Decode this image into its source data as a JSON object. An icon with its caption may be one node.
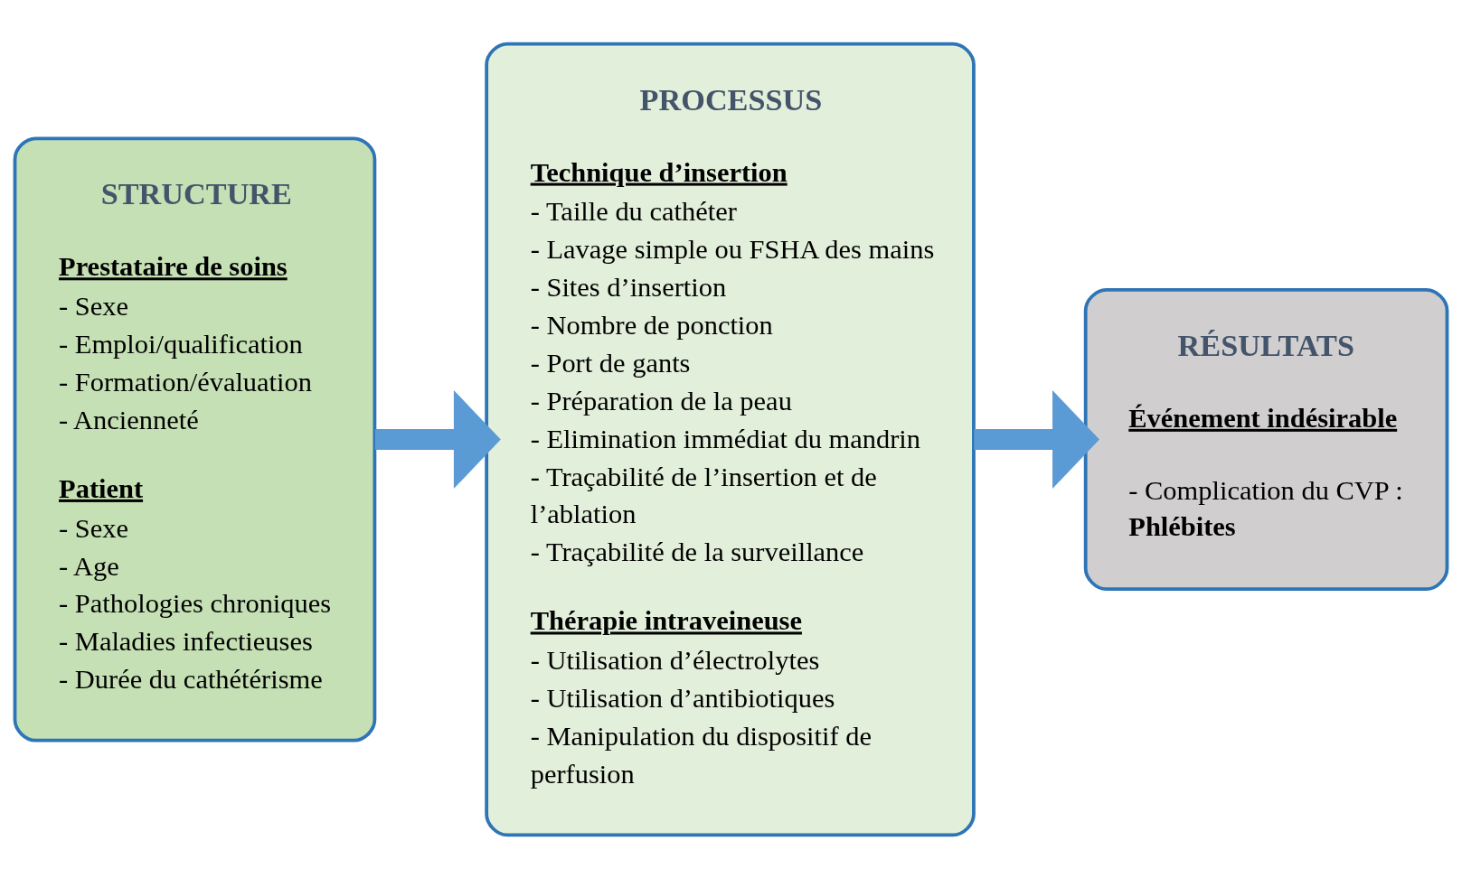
{
  "diagram": {
    "nodes": [
      {
        "text": [
          "STRUCTURE",
          "Prestataire de soins",
          "- Sexe",
          "- Emploi/qualification",
          "- Formation/évaluation",
          "- Ancienneté",
          "Patient",
          "- Sexe",
          "- Age",
          "- Pathologies chroniques",
          "- Maladies infectieuses",
          "- Durée du cathétérisme"
        ]
      },
      {
        "text": [
          "PROCESSUS",
          "Technique d’insertion",
          "- Taille du cathéter",
          "- Lavage simple ou FSHA des mains",
          "- Sites d’insertion",
          "- Nombre de ponction",
          "- Port de gants",
          "- Préparation de la peau",
          "- Elimination immédiat du mandrin",
          "- Traçabilité de l’insertion et de l’ablation",
          "- Traçabilité de la surveillance",
          "Thérapie intraveineuse",
          "- Utilisation d’électrolytes",
          "- Utilisation d’antibiotiques",
          "- Manipulation du dispositif de perfusion"
        ]
      },
      {
        "text": [
          "RÉSULTATS",
          "Événement indésirable",
          "- Complication du CVP : **Phlébites**"
        ]
      }
    ],
    "edges": [
      {
        "from": 0,
        "to": 1,
        "arrow": "to"
      },
      {
        "from": 1,
        "to": 2,
        "arrow": "to"
      }
    ]
  }
}
